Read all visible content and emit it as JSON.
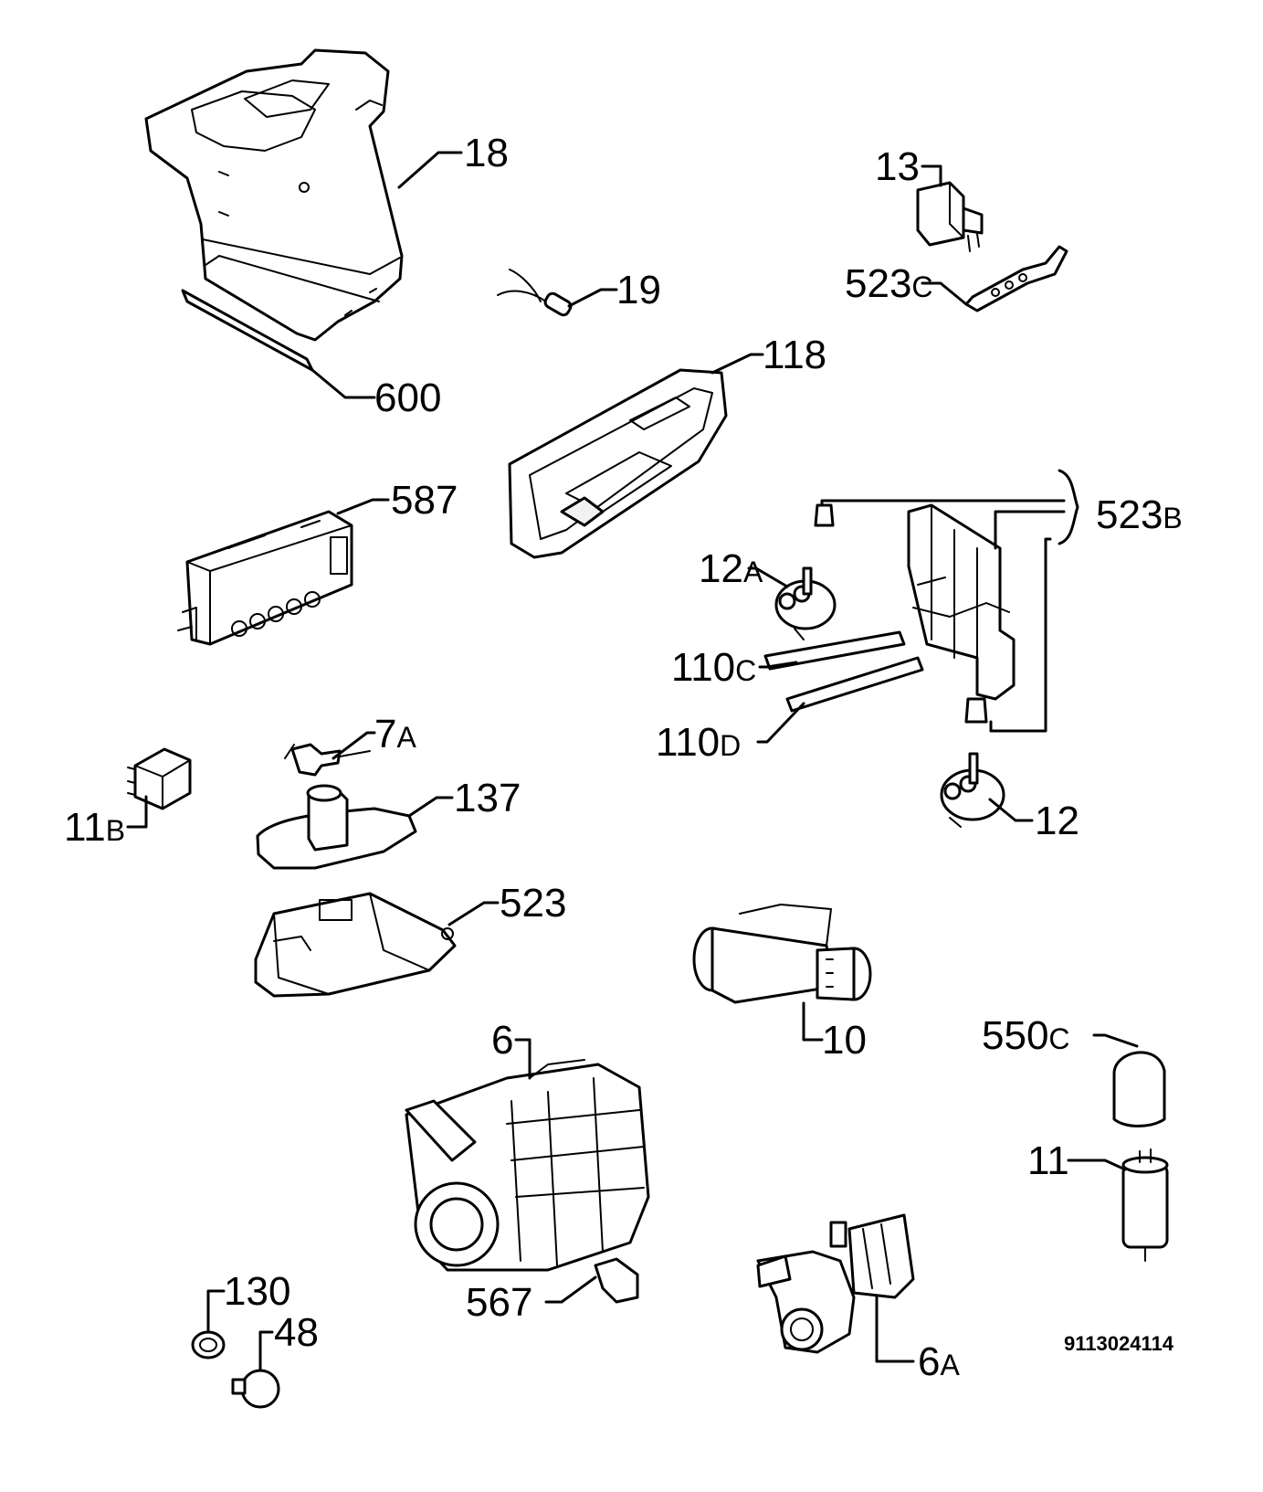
{
  "diagram_code": "9113024114",
  "parts": [
    {
      "id": "p18",
      "number": "18",
      "suffix": ""
    },
    {
      "id": "p600",
      "number": "600",
      "suffix": ""
    },
    {
      "id": "p19",
      "number": "19",
      "suffix": ""
    },
    {
      "id": "p13",
      "number": "13",
      "suffix": ""
    },
    {
      "id": "p523c",
      "number": "523",
      "suffix": "C"
    },
    {
      "id": "p118",
      "number": "118",
      "suffix": ""
    },
    {
      "id": "p587",
      "number": "587",
      "suffix": ""
    },
    {
      "id": "p523b",
      "number": "523",
      "suffix": "B"
    },
    {
      "id": "p12a",
      "number": "12",
      "suffix": "A"
    },
    {
      "id": "p110c",
      "number": "110",
      "suffix": "C"
    },
    {
      "id": "p110d",
      "number": "110",
      "suffix": "D"
    },
    {
      "id": "p7a",
      "number": "7",
      "suffix": "A"
    },
    {
      "id": "p11b",
      "number": "11",
      "suffix": "B"
    },
    {
      "id": "p137",
      "number": "137",
      "suffix": ""
    },
    {
      "id": "p12",
      "number": "12",
      "suffix": ""
    },
    {
      "id": "p523",
      "number": "523",
      "suffix": ""
    },
    {
      "id": "p10",
      "number": "10",
      "suffix": ""
    },
    {
      "id": "p6",
      "number": "6",
      "suffix": ""
    },
    {
      "id": "p550c",
      "number": "550",
      "suffix": "C"
    },
    {
      "id": "p11",
      "number": "11",
      "suffix": ""
    },
    {
      "id": "p130",
      "number": "130",
      "suffix": ""
    },
    {
      "id": "p48",
      "number": "48",
      "suffix": ""
    },
    {
      "id": "p567",
      "number": "567",
      "suffix": ""
    },
    {
      "id": "p6a",
      "number": "6",
      "suffix": "A"
    }
  ]
}
